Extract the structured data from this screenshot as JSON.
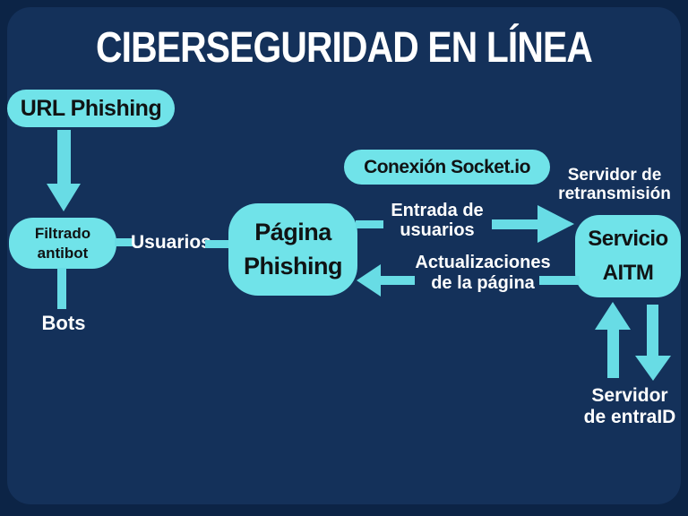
{
  "title": "CIBERSEGURIDAD EN LÍNEA",
  "colors": {
    "background": "#0C2446",
    "panel": "#14315A",
    "node_fill": "#70E3E9",
    "arrow_fill": "#68DCE5",
    "node_text": "#101314",
    "label_text": "#FFFFFF"
  },
  "nodes": {
    "url_phishing": {
      "label": "URL Phishing"
    },
    "filtrado_antibot": {
      "line1": "Filtrado",
      "line2": "antibot"
    },
    "pagina_phishing": {
      "line1": "Página",
      "line2": "Phishing"
    },
    "conexion_socket": {
      "label": "Conexión Socket.io"
    },
    "servicio_aitm": {
      "line1": "Servicio",
      "line2": "AITM"
    }
  },
  "labels": {
    "usuarios": "Usuarios",
    "bots": "Bots",
    "entrada": {
      "line1": "Entrada de",
      "line2": "usuarios"
    },
    "servidor_retransmision": {
      "line1": "Servidor de",
      "line2": "retransmisión"
    },
    "actualizaciones": {
      "line1": "Actualizaciones",
      "line2": "de la página"
    },
    "servidor_entraid": {
      "line1": "Servidor",
      "line2": "de entraID"
    }
  }
}
